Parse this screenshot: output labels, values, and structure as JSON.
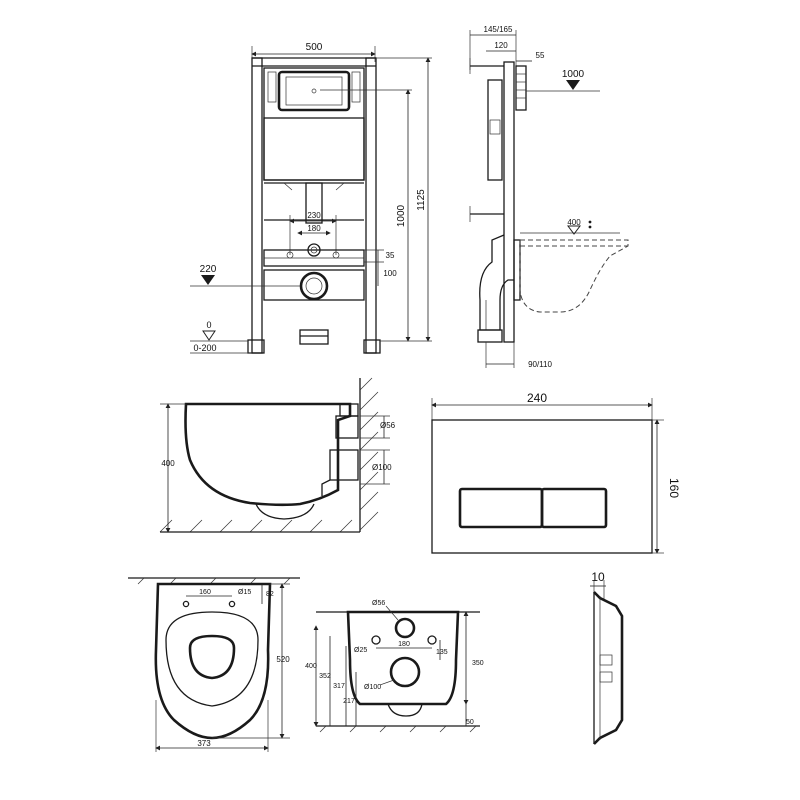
{
  "frame_front": {
    "width": "500",
    "height_total": "1125",
    "height_inner": "1000",
    "spacing_outer": "230",
    "spacing_inner": "180",
    "dim_35": "35",
    "dim_100": "100",
    "level_220": "220",
    "level_0": "0",
    "level_range": "0-200"
  },
  "frame_side": {
    "depth_range": "145/165",
    "depth_120": "120",
    "depth_55": "55",
    "level_1000": "1000",
    "level_400": "400",
    "foot_range": "90/110"
  },
  "bowl_side": {
    "height": "400",
    "pipe_small": "Ø56",
    "pipe_large": "Ø100"
  },
  "flush_plate": {
    "width": "240",
    "height": "160",
    "thickness": "10"
  },
  "bowl_top": {
    "bolt_spacing": "160",
    "bolt_diameter": "Ø15",
    "offset": "82",
    "length": "520",
    "width": "373"
  },
  "bowl_back": {
    "pipe_small": "Ø56",
    "bolt_diameter": "Ø25",
    "bolt_spacing": "180",
    "dim_135": "135",
    "pipe_large": "Ø100",
    "h_400": "400",
    "h_352": "352",
    "h_317": "317",
    "h_217": "217",
    "h_350": "350",
    "h_50": "50"
  }
}
